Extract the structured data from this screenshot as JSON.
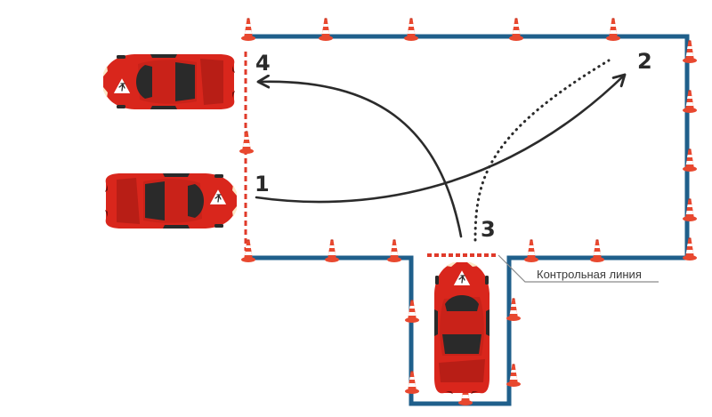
{
  "labels": {
    "point_1": "1",
    "point_2": "2",
    "point_3": "3",
    "point_4": "4",
    "control_line": "Контрольная линия"
  },
  "colors": {
    "boundary": "#1f5f8b",
    "cone": "#e8482f",
    "cone_stripe": "#ffffff",
    "car_body": "#d9261c",
    "car_glass": "#2a2a2a",
    "arrow": "#2b2b2b",
    "dashed_line": "#e03a2a",
    "leader_line": "#8a8a8a"
  },
  "icons": {
    "car": "car-icon",
    "cone": "traffic-cone-icon",
    "student_sign": "student-driver-sign-icon"
  }
}
